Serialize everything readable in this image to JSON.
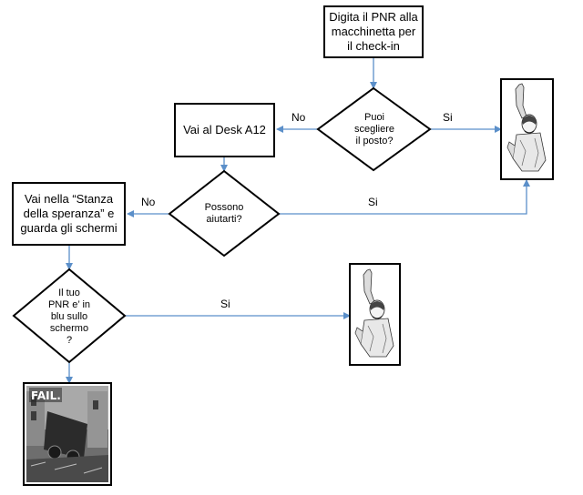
{
  "nodes": {
    "start": "Digita il PNR alla\nmacchinetta per\nil check-in",
    "desk": "Vai al Desk A12",
    "stanza": "Vai nella “Stanza\ndella speranza” e\nguarda gli schermi",
    "q_posto": "Puoi\nscegliere\nil posto?",
    "q_aiutarti": "Possono\naiutarti?",
    "q_pnr": "Il tuo\nPNR e’ in\nblu sullo\nschermo\n?"
  },
  "edges": {
    "no_1": "No",
    "si_1": "Si",
    "no_2": "No",
    "si_2": "Si",
    "si_3": "Si"
  },
  "images": {
    "fail_caption": "FAIL."
  },
  "colors": {
    "arrow": "#5b8fc9",
    "border": "#000000"
  }
}
